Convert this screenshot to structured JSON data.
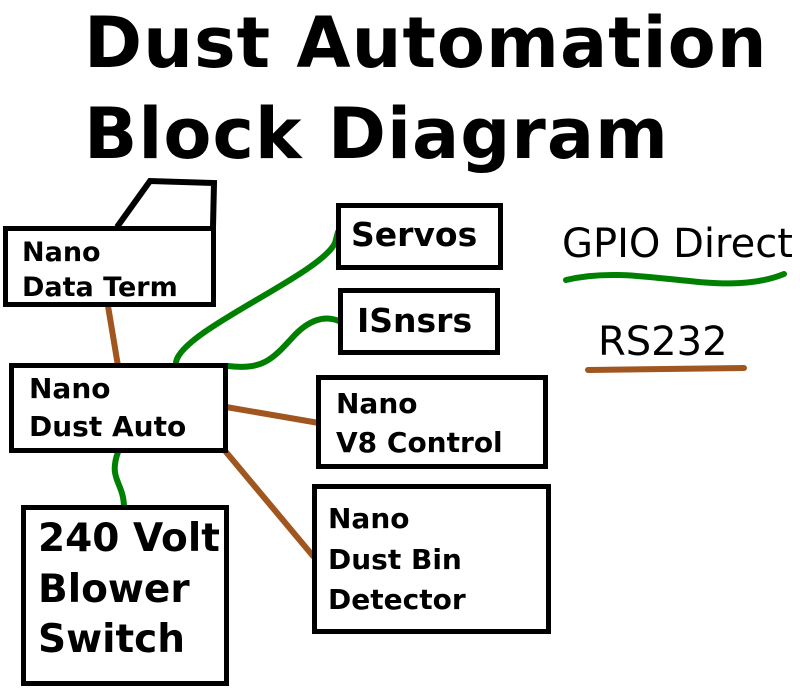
{
  "title": {
    "line1": "Dust Automation",
    "line2": "Block Diagram"
  },
  "blocks": {
    "data_term": {
      "line1": "Nano",
      "line2": "Data Term"
    },
    "dust_auto": {
      "line1": "Nano",
      "line2": "Dust Auto"
    },
    "blower": {
      "line1": "240 Volt",
      "line2": "Blower",
      "line3": "Switch"
    },
    "servos": {
      "line1": "Servos"
    },
    "sensors": {
      "line1": "ISnsrs"
    },
    "v8_control": {
      "line1": "Nano",
      "line2": "V8 Control"
    },
    "dust_bin": {
      "line1": "Nano",
      "line2": "Dust Bin",
      "line3": "Detector"
    }
  },
  "legend": {
    "gpio": {
      "label": "GPIO Direct",
      "color": "#008000"
    },
    "rs232": {
      "label": "RS232",
      "color": "#a0561e"
    }
  }
}
